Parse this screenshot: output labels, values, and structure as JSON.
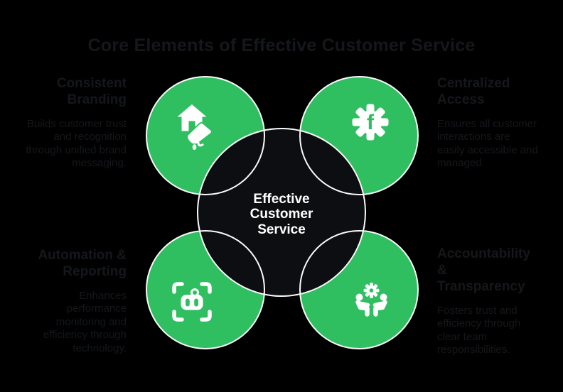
{
  "title": "Core Elements of Effective Customer Service",
  "center": {
    "label": "Effective\nCustomer\nService"
  },
  "quadrants": {
    "top_left": {
      "heading": "Consistent\nBranding",
      "body": "Builds customer trust\nand recognition\nthrough unified brand\nmessaging.",
      "icon": "house-megaphone-icon"
    },
    "top_right": {
      "heading": "Centralized\nAccess",
      "body": "Ensures all customer\ninteractions are\neasily accessible and\nmanaged.",
      "icon": "gear-f-icon"
    },
    "bottom_left": {
      "heading": "Automation &\nReporting",
      "body": "Enhances\nperformance\nmonitoring and\nefficiency through\ntechnology.",
      "icon": "robot-scan-icon"
    },
    "bottom_right": {
      "heading": "Accountability\n&\nTransparency",
      "body": "Fosters trust and\nefficiency through\nclear team\nresponsibilities.",
      "icon": "team-gear-icon"
    }
  },
  "colors": {
    "background": "#000000",
    "accent_green": "#2FBE60",
    "center_circle_fill": "#0D0E11",
    "circle_stroke": "#FAFAFA",
    "muted_text": "#15171B",
    "center_text": "#FFFFFF"
  }
}
